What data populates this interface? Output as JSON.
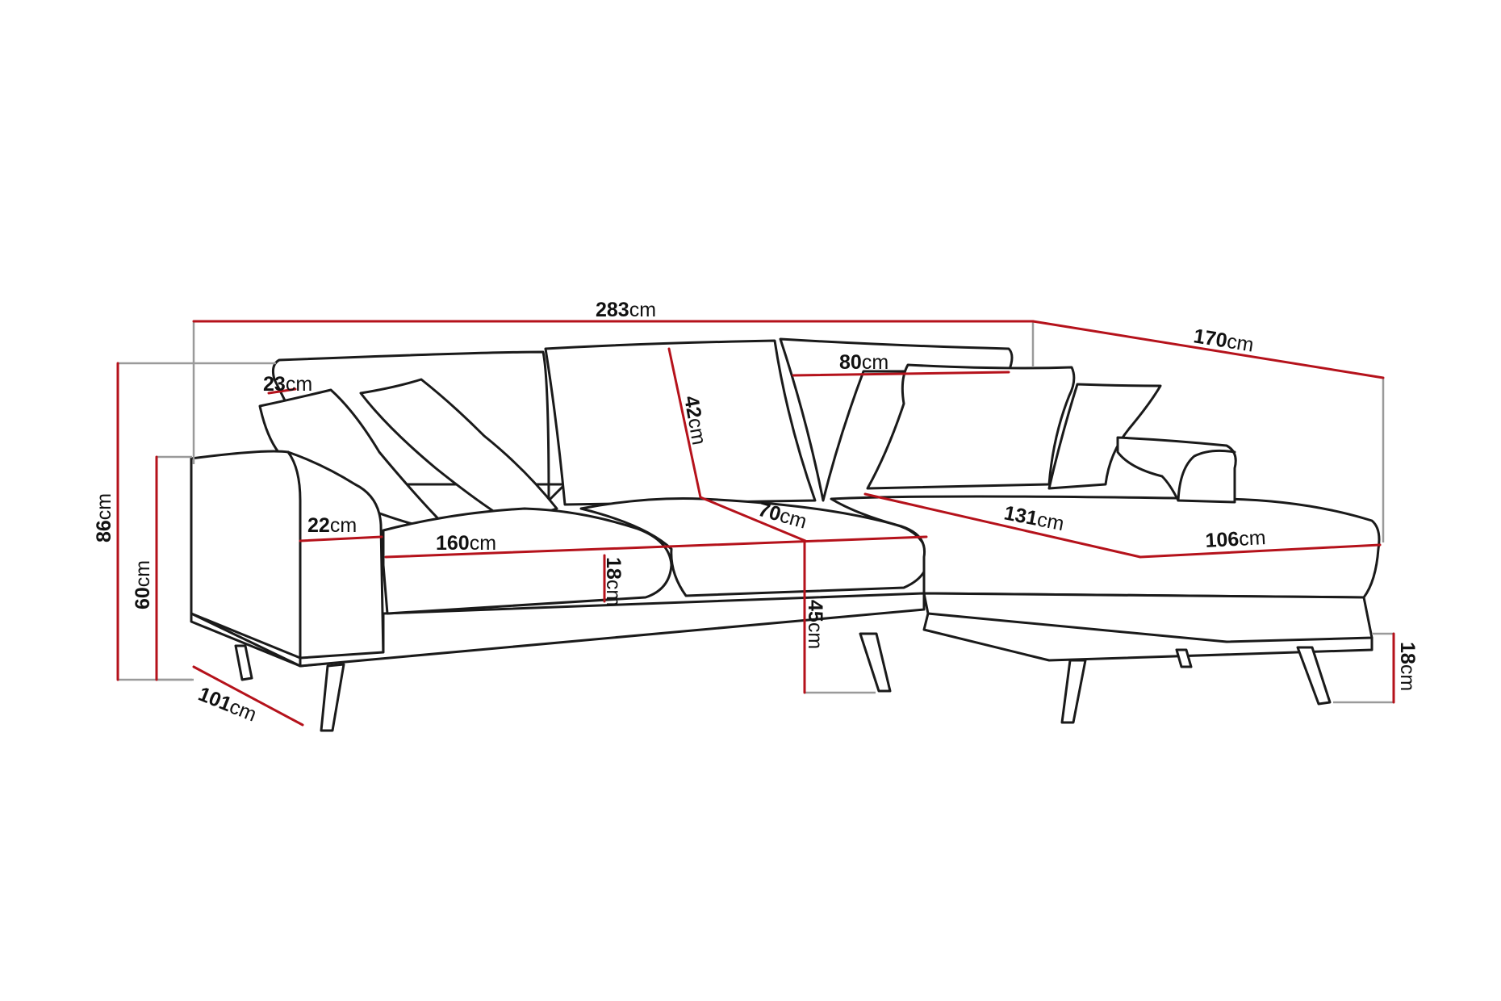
{
  "colors": {
    "outline": "#1a1a1a",
    "dimension_line": "#b5121b",
    "extension_line": "#9a9a9a",
    "background": "#ffffff"
  },
  "unit": "cm",
  "dimensions": {
    "total_width": "283",
    "chaise_depth": "170",
    "total_height": "86",
    "arm_height": "60",
    "depth": "101",
    "back_cushion_depth": "23",
    "arm_width": "22",
    "seat_width": "160",
    "backrest_height": "42",
    "back_cushion_width": "80",
    "seat_depth": "70",
    "chaise_length": "131",
    "chaise_width": "106",
    "seat_cushion_thickness": "18",
    "seat_height": "45",
    "leg_height": "18"
  }
}
